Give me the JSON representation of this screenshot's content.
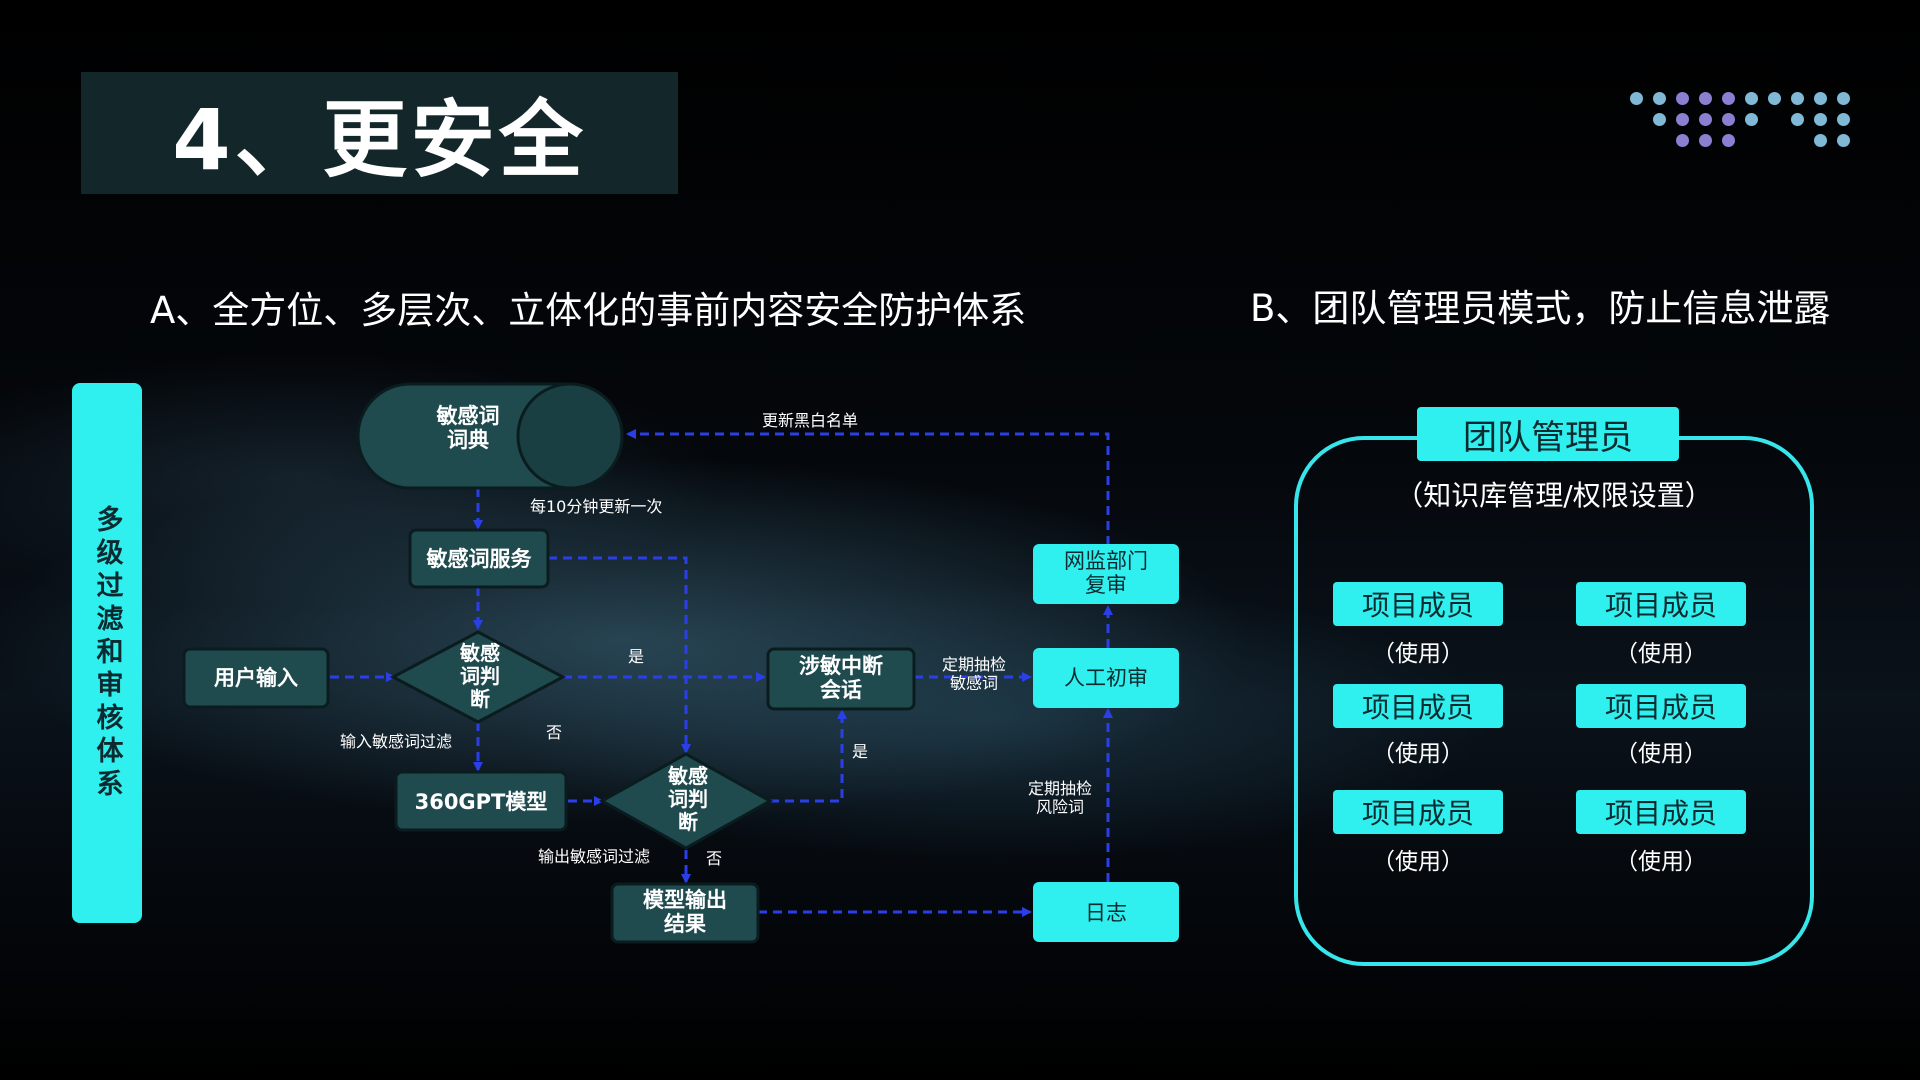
{
  "slide": {
    "title": "4、更安全",
    "subtitle_a": "A、全方位、多层次、立体化的事前内容安全防护体系",
    "subtitle_b": "B、团队管理员模式，防止信息泄露",
    "side_label": "多级过滤和审核体系"
  },
  "flow": {
    "dictionary": "敏感词\n词典",
    "service": "敏感词服务",
    "user_input": "用户输入",
    "judge_1": "敏感\n词判\n断",
    "model": "360GPT模型",
    "judge_2": "敏感\n词判\n断",
    "interrupt": "涉敏中断\n会话",
    "review_dept": "网监部门\n复审",
    "manual": "人工初审",
    "log": "日志",
    "output": "模型输出\n结果",
    "label_update_list": "更新黑白名单",
    "label_every_10min": "每10分钟更新一次",
    "label_yes_1": "是",
    "label_no_1": "否",
    "label_input_filter": "输入敏感词过滤",
    "label_yes_2": "是",
    "label_no_2": "否",
    "label_output_filter": "输出敏感词过滤",
    "label_spot_check_words": "定期抽检\n敏感词",
    "label_spot_check_risk": "定期抽检\n风险词"
  },
  "team": {
    "admin": "团队管理员",
    "admin_sub": "（知识库管理/权限设置）",
    "members": [
      {
        "label": "项目成员",
        "use": "（使用）"
      },
      {
        "label": "项目成员",
        "use": "（使用）"
      },
      {
        "label": "项目成员",
        "use": "（使用）"
      },
      {
        "label": "项目成员",
        "use": "（使用）"
      },
      {
        "label": "项目成员",
        "use": "（使用）"
      },
      {
        "label": "项目成员",
        "use": "（使用）"
      }
    ]
  },
  "colors": {
    "accent": "#2ff0ee",
    "dark_node": "#1f4a4e",
    "arrow": "#2b3fe8",
    "title_bg": "#13272b",
    "dot_light": "#7fb9d6",
    "dot_purple": "#8a7fd0"
  }
}
